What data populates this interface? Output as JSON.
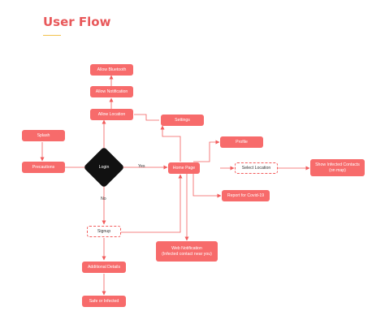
{
  "title": "User Flow",
  "nodes": {
    "splash": "Splash",
    "precautions": "Precautions",
    "login": "Login",
    "allow_bluetooth": "Allow Bluetooth",
    "allow_notification": "Allow Notification",
    "allow_location": "Allow Location",
    "settings": "Settings",
    "home_page": "Home Page",
    "profile": "Profile",
    "select_location": "Select Location",
    "show_infected": "Show Infected Contacts\n(on map)",
    "report_covid": "Report for Covid-19",
    "signup": "Signup",
    "web_notification": "Web Notification\n(Infected contact near you)",
    "additional_details": "Additional Details",
    "safe_or_infected": "Safe or Infected"
  },
  "edge_labels": {
    "yes": "Yes",
    "no": "No"
  },
  "colors": {
    "node": "#f76b6b",
    "line": "#f25c5c",
    "title": "#e8585a",
    "underline": "#f2c24c",
    "decision": "#111111"
  }
}
